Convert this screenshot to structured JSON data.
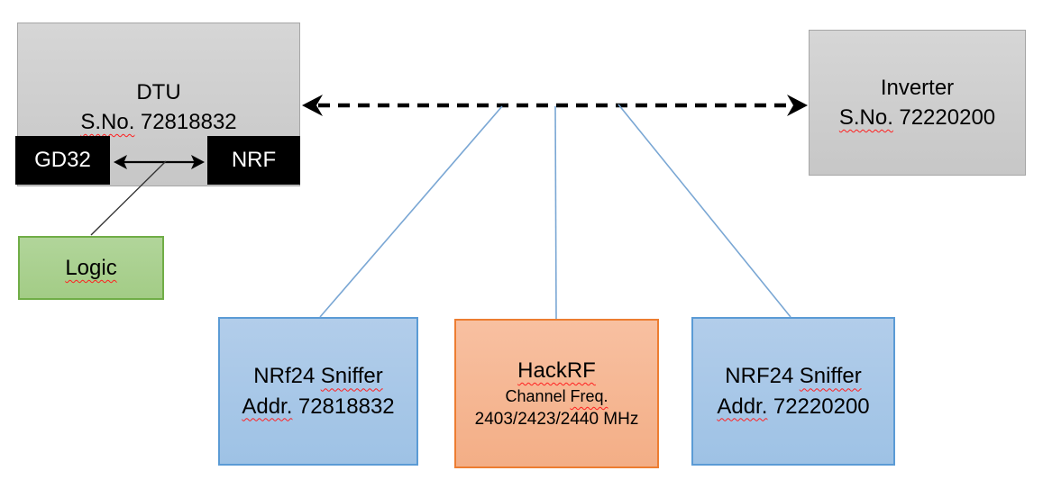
{
  "diagram": {
    "dtu": {
      "title": "DTU",
      "serial_label": "S.No.",
      "serial_number": "72818832"
    },
    "gd32": {
      "label": "GD32"
    },
    "nrf": {
      "label": "NRF"
    },
    "logic": {
      "label": "Logic"
    },
    "inverter": {
      "title": "Inverter",
      "serial_label": "S.No.",
      "serial_number": "72220200"
    },
    "sniffer_left": {
      "name_prefix": "NRf24",
      "name_suffix": "Sniffer",
      "addr_label": "Addr.",
      "addr_value": "72818832"
    },
    "hackrf": {
      "title": "HackRF",
      "freq_label_prefix": "Channel",
      "freq_label_suffix": "Freq.",
      "frequencies": "2403/2423/2440 MHz"
    },
    "sniffer_right": {
      "name_prefix": "NRF24",
      "name_suffix": "Sniffer",
      "addr_label": "Addr.",
      "addr_value": "72220200"
    }
  },
  "colors": {
    "gray_fill_top": "#d6d6d6",
    "gray_fill_bottom": "#c7c7c7",
    "gray_border": "#a6a6a6",
    "black_chip": "#000000",
    "chip_text": "#ffffff",
    "green_fill_top": "#b1d59a",
    "green_fill_bottom": "#a3cc86",
    "green_border": "#70ad47",
    "blue_fill_top": "#b2cdea",
    "blue_fill_bottom": "#9ec2e5",
    "blue_border": "#5b9bd5",
    "orange_fill_top": "#f8c0a1",
    "orange_fill_bottom": "#f3ae86",
    "orange_border": "#ed7d31",
    "connector_blue": "#7aa7d4",
    "line_black": "#000000",
    "squiggle_red": "#ff1f1f",
    "text_black": "#000000"
  }
}
